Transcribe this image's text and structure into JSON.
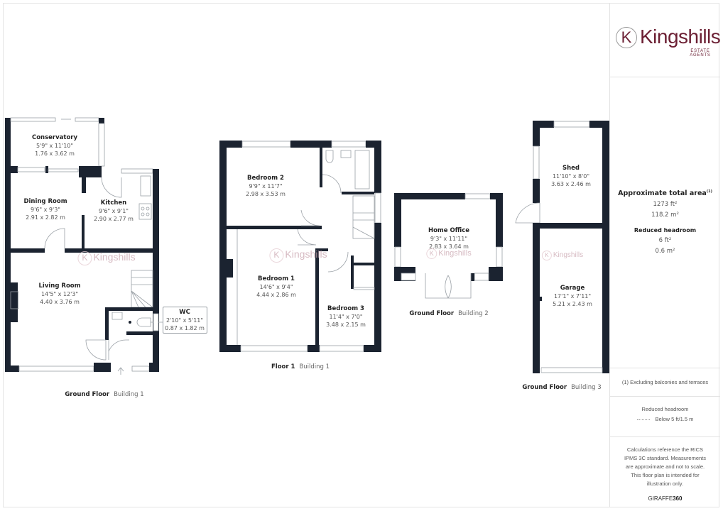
{
  "brand": {
    "logo_letter": "K",
    "name": "Kingshills",
    "tagline": "ESTATE AGENTS",
    "color": "#6b1f33"
  },
  "watermark": {
    "letter": "K",
    "text": "Kingshills"
  },
  "area_panel": {
    "title": "Approximate total area",
    "title_sup": "(1)",
    "total_ft": "1273 ft²",
    "total_m": "118.2 m²",
    "reduced_title": "Reduced headroom",
    "reduced_ft": "6 ft²",
    "reduced_m": "0.6 m²"
  },
  "footnote": "(1) Excluding balconies and terraces",
  "legend": {
    "title": "Reduced headroom",
    "item": "Below 5 ft/1.5 m"
  },
  "disclaimer": "Calculations reference the RICS IPMS 3C standard. Measurements are approximate and not to scale. This floor plan is intended for illustration only.",
  "provider": {
    "prefix": "GIRAFFE",
    "suffix": "360"
  },
  "plans": [
    {
      "floor": "Ground Floor",
      "building": "Building 1",
      "rooms": [
        {
          "name": "Conservatory",
          "imperial": "5'9\" x 11'10\"",
          "metric": "1.76 x 3.62 m"
        },
        {
          "name": "Dining Room",
          "imperial": "9'6\" x 9'3\"",
          "metric": "2.91 x 2.82 m"
        },
        {
          "name": "Kitchen",
          "imperial": "9'6\" x 9'1\"",
          "metric": "2.90 x 2.77 m"
        },
        {
          "name": "Living Room",
          "imperial": "14'5\" x 12'3\"",
          "metric": "4.40 x 3.76 m"
        },
        {
          "name": "WC",
          "imperial": "2'10\" x 5'11\"",
          "metric": "0.87 x 1.82 m"
        }
      ]
    },
    {
      "floor": "Floor 1",
      "building": "Building 1",
      "rooms": [
        {
          "name": "Bedroom 2",
          "imperial": "9'9\" x 11'7\"",
          "metric": "2.98 x 3.53 m"
        },
        {
          "name": "Bedroom 1",
          "imperial": "14'6\" x 9'4\"",
          "metric": "4.44 x 2.86 m"
        },
        {
          "name": "Bedroom 3",
          "imperial": "11'4\" x 7'0\"",
          "metric": "3.48 x 2.15 m"
        }
      ]
    },
    {
      "floor": "Ground Floor",
      "building": "Building 2",
      "rooms": [
        {
          "name": "Home Office",
          "imperial": "9'3\" x 11'11\"",
          "metric": "2.83 x 3.64 m"
        }
      ]
    },
    {
      "floor": "Ground Floor",
      "building": "Building 3",
      "rooms": [
        {
          "name": "Shed",
          "imperial": "11'10\" x 8'0\"",
          "metric": "3.63 x 2.46 m"
        },
        {
          "name": "Garage",
          "imperial": "17'1\" x 7'11\"",
          "metric": "5.21 x 2.43 m"
        }
      ]
    }
  ]
}
